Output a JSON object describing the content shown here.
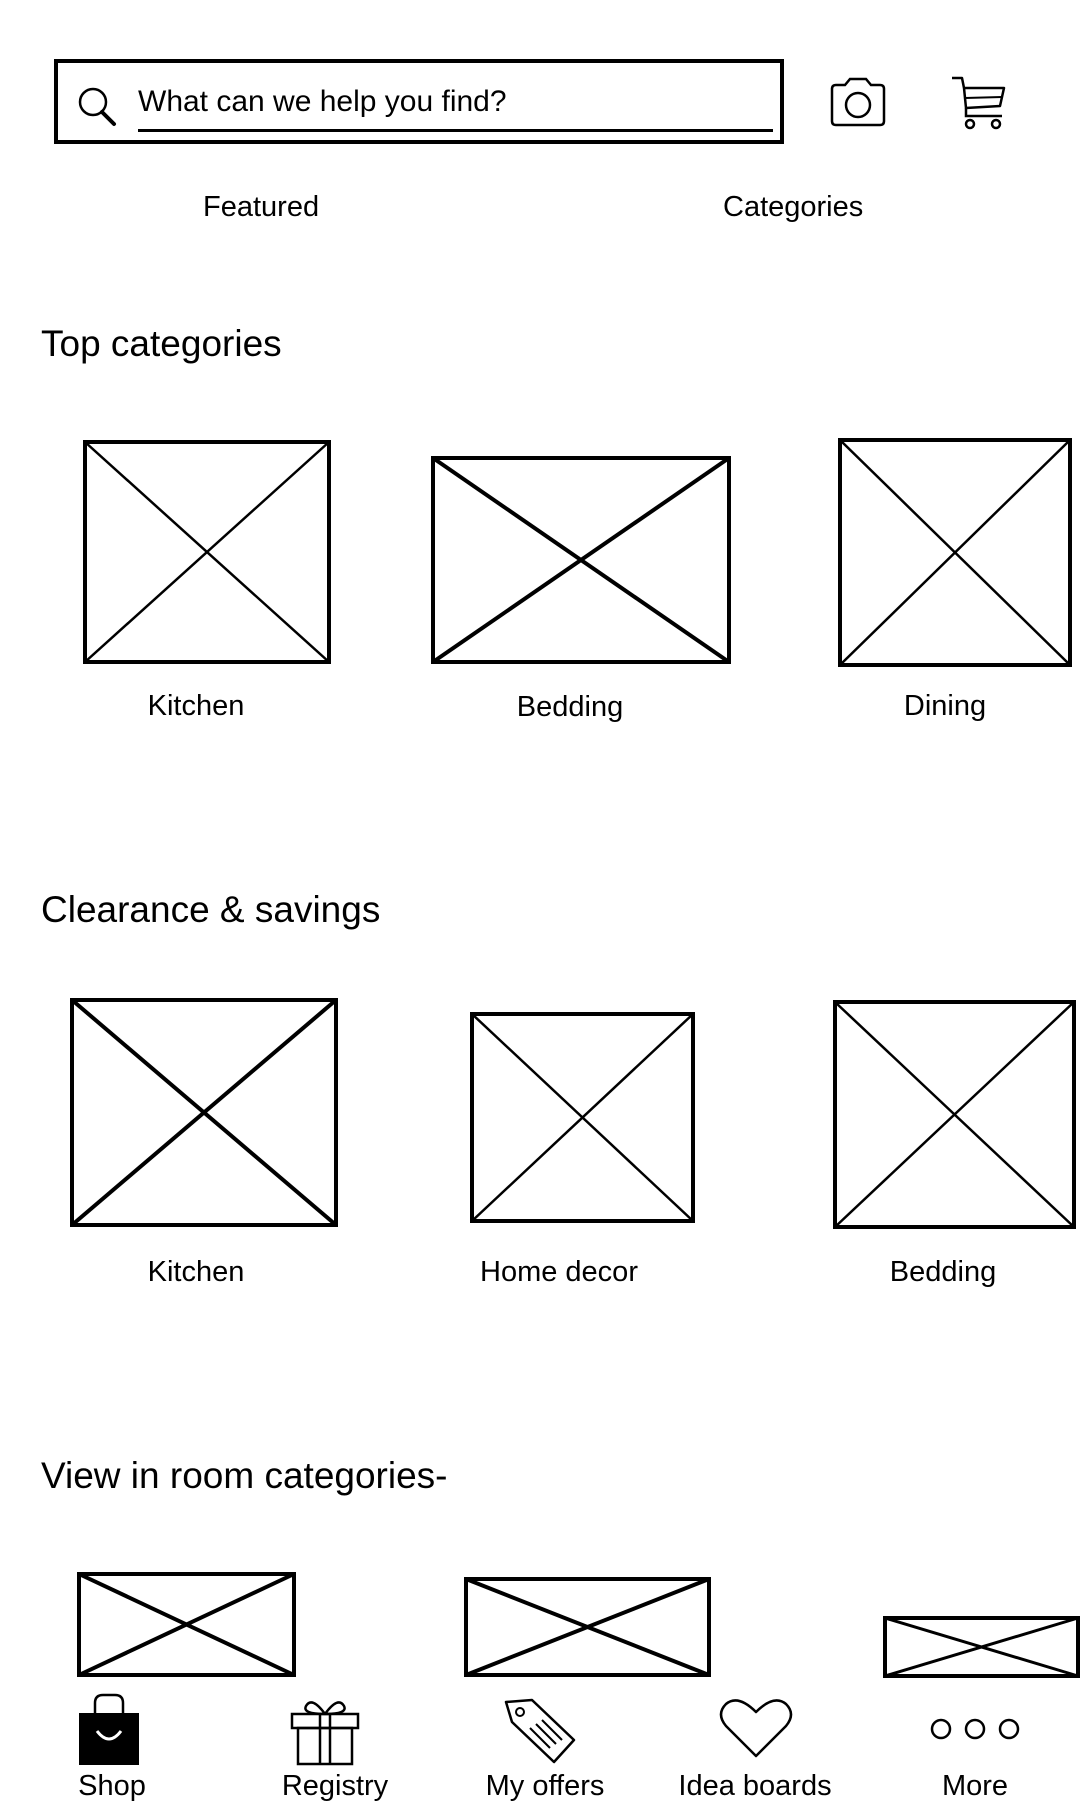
{
  "search": {
    "placeholder": "What can we help you find?"
  },
  "header_icons": {
    "camera": "camera-icon",
    "cart": "cart-icon"
  },
  "tabs": [
    {
      "label": "Featured"
    },
    {
      "label": "Categories"
    }
  ],
  "top_categories": {
    "title": "Top categories",
    "items": [
      {
        "label": "Kitchen"
      },
      {
        "label": "Bedding"
      },
      {
        "label": "Dining"
      }
    ]
  },
  "clearance": {
    "title": "Clearance & savings",
    "items": [
      {
        "label": "Kitchen"
      },
      {
        "label": "Home decor"
      },
      {
        "label": "Bedding"
      }
    ]
  },
  "view_in_room": {
    "title": "View in room categories-"
  },
  "bottom_nav": {
    "items": [
      {
        "label": "Shop",
        "icon": "shopping-bag-icon"
      },
      {
        "label": "Registry",
        "icon": "gift-icon"
      },
      {
        "label": "My offers",
        "icon": "tag-icon"
      },
      {
        "label": "Idea boards",
        "icon": "heart-icon"
      },
      {
        "label": "More",
        "icon": "more-dots-icon"
      }
    ]
  }
}
